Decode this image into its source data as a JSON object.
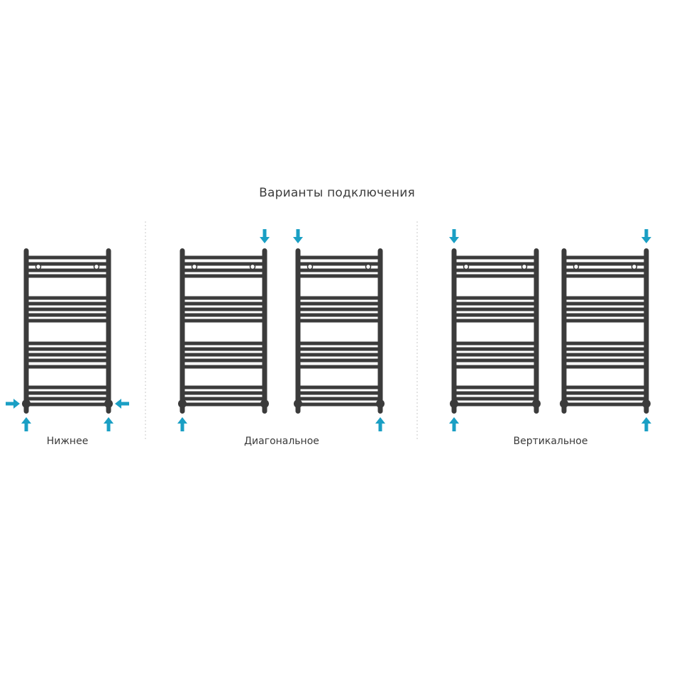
{
  "title": "Варианты подключения",
  "colors": {
    "radiator": "#3b3b3b",
    "arrow": "#1a9fc4",
    "divider": "#c8c8c8"
  },
  "groups": [
    {
      "label": "Нижнее",
      "type": "bottom",
      "radiators": 1
    },
    {
      "label": "Диагональное",
      "type": "diagonal",
      "radiators": 2
    },
    {
      "label": "Вертикальное",
      "type": "vertical",
      "radiators": 2
    }
  ]
}
